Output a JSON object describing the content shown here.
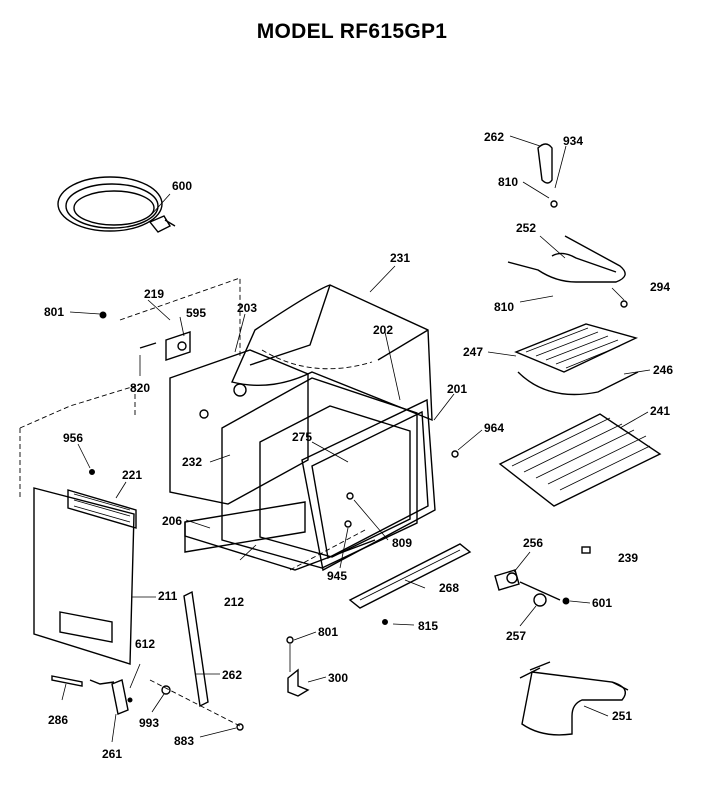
{
  "diagram": {
    "title": "MODEL RF615GP1",
    "labels": {
      "l600": "600",
      "l262a": "262",
      "l934": "934",
      "l810a": "810",
      "l252": "252",
      "l294": "294",
      "l810b": "810",
      "l231": "231",
      "l219": "219",
      "l595": "595",
      "l203": "203",
      "l801a": "801",
      "l820": "820",
      "l202": "202",
      "l247": "247",
      "l246": "246",
      "l201": "201",
      "l241": "241",
      "l956": "956",
      "l275": "275",
      "l964": "964",
      "l221": "221",
      "l232": "232",
      "l206": "206",
      "l809": "809",
      "l256": "256",
      "l239": "239",
      "l945": "945",
      "l268": "268",
      "l211": "211",
      "l212": "212",
      "l601": "601",
      "l801b": "801",
      "l815": "815",
      "l612": "612",
      "l257": "257",
      "l262b": "262",
      "l300": "300",
      "l286": "286",
      "l993": "993",
      "l251": "251",
      "l883": "883",
      "l261": "261"
    }
  }
}
